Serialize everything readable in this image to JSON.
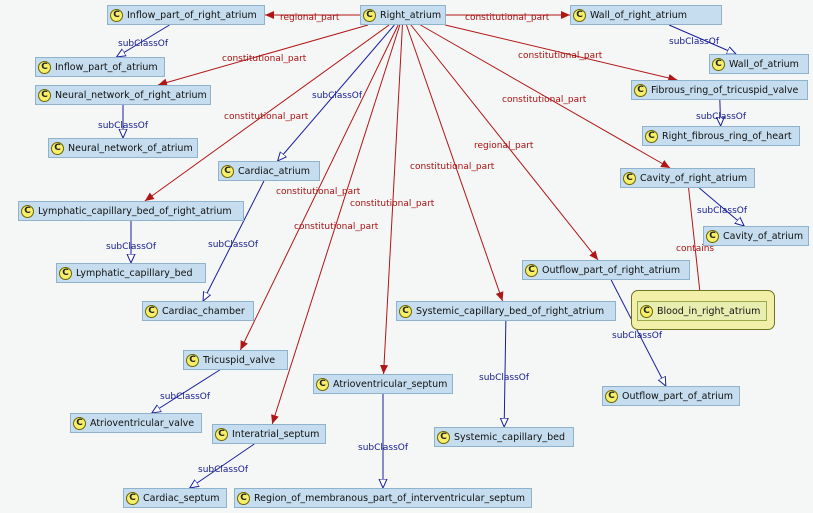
{
  "diagram": {
    "class_icon_letter": "C",
    "colors": {
      "part_edge": "#b11616",
      "subclass_edge": "#1a1f9a",
      "node_fill": "#c5ddee",
      "selected_fill": "#f2f0a8"
    },
    "nodes": {
      "right_atrium": "Right_atrium",
      "inflow_part_of_right_atrium": "Inflow_part_of_right_atrium",
      "inflow_part_of_atrium": "Inflow_part_of_atrium",
      "neural_network_of_right_atrium": "Neural_network_of_right_atrium",
      "neural_network_of_atrium": "Neural_network_of_atrium",
      "wall_of_right_atrium": "Wall_of_right_atrium",
      "wall_of_atrium": "Wall_of_atrium",
      "fibrous_ring_of_tricuspid_valve": "Fibrous_ring_of_tricuspid_valve",
      "right_fibrous_ring_of_heart": "Right_fibrous_ring_of_heart",
      "cardiac_atrium": "Cardiac_atrium",
      "lymphatic_capillary_bed_of_right_atrium": "Lymphatic_capillary_bed_of_right_atrium",
      "lymphatic_capillary_bed": "Lymphatic_capillary_bed",
      "cardiac_chamber": "Cardiac_chamber",
      "cavity_of_right_atrium": "Cavity_of_right_atrium",
      "cavity_of_atrium": "Cavity_of_atrium",
      "outflow_part_of_right_atrium": "Outflow_part_of_right_atrium",
      "blood_in_right_atrium": "Blood_in_right_atrium",
      "systemic_capillary_bed_of_right_atrium": "Systemic_capillary_bed_of_right_atrium",
      "outflow_part_of_atrium": "Outflow_part_of_atrium",
      "tricuspid_valve": "Tricuspid_valve",
      "atrioventricular_valve": "Atrioventricular_valve",
      "atrioventricular_septum": "Atrioventricular_septum",
      "systemic_capillary_bed": "Systemic_capillary_bed",
      "interatrial_septum": "Interatrial_septum",
      "cardiac_septum": "Cardiac_septum",
      "region_of_membranous_part_of_interventricular_septum": "Region_of_membranous_part_of_interventricular_septum"
    },
    "edge_labels": {
      "regional_part": "regional_part",
      "constitutional_part": "constitutional_part",
      "subClassOf": "subClassOf",
      "contains": "contains"
    }
  }
}
